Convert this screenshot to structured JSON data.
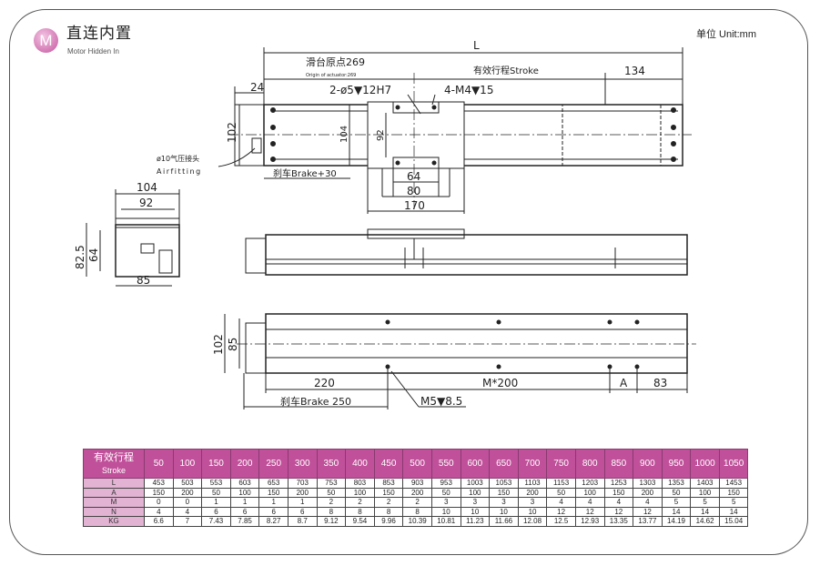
{
  "header": {
    "logo_letter": "M",
    "title": "直连内置",
    "subtitle": "Motor Hidden  In",
    "unit": "单位 Unit:mm"
  },
  "drawing": {
    "top_view": {
      "L": "L",
      "origin_cn": "滑台原点269",
      "origin_en": "Origin of actuator:269",
      "stroke": "有效行程Stroke",
      "end_len": "134",
      "motor_len": "24",
      "hole_spec": "2-ø5▼12H7",
      "thread_spec": "4-M4▼15",
      "height_total": "102",
      "height_body": "104",
      "height_slide": "92",
      "air_cn": "ø10气压接头",
      "air_en": "Airfitting",
      "brake": "刹车Brake+30",
      "w64": "64",
      "w80": "80",
      "w170": "170"
    },
    "end_view": {
      "w104": "104",
      "w92": "92",
      "h82_5": "82.5",
      "h64": "64",
      "w85": "85"
    },
    "bottom_view": {
      "h102": "102",
      "h85": "85",
      "d220": "220",
      "pitch": "M*200",
      "a": "A",
      "d83": "83",
      "brake": "刹车Brake 250",
      "thread": "M5▼8.5"
    }
  },
  "table": {
    "header_cn": "有效行程",
    "header_en": "Stroke",
    "strokes": [
      "50",
      "100",
      "150",
      "200",
      "250",
      "300",
      "350",
      "400",
      "450",
      "500",
      "550",
      "600",
      "650",
      "700",
      "750",
      "800",
      "850",
      "900",
      "950",
      "1000",
      "1050"
    ],
    "rows": [
      {
        "label": "L",
        "values": [
          "453",
          "503",
          "553",
          "603",
          "653",
          "703",
          "753",
          "803",
          "853",
          "903",
          "953",
          "1003",
          "1053",
          "1103",
          "1153",
          "1203",
          "1253",
          "1303",
          "1353",
          "1403",
          "1453"
        ]
      },
      {
        "label": "A",
        "values": [
          "150",
          "200",
          "50",
          "100",
          "150",
          "200",
          "50",
          "100",
          "150",
          "200",
          "50",
          "100",
          "150",
          "200",
          "50",
          "100",
          "150",
          "200",
          "50",
          "100",
          "150"
        ]
      },
      {
        "label": "M",
        "values": [
          "0",
          "0",
          "1",
          "1",
          "1",
          "1",
          "2",
          "2",
          "2",
          "2",
          "3",
          "3",
          "3",
          "3",
          "4",
          "4",
          "4",
          "4",
          "5",
          "5",
          "5"
        ]
      },
      {
        "label": "N",
        "values": [
          "4",
          "4",
          "6",
          "6",
          "6",
          "6",
          "8",
          "8",
          "8",
          "8",
          "10",
          "10",
          "10",
          "10",
          "12",
          "12",
          "12",
          "12",
          "14",
          "14",
          "14"
        ]
      },
      {
        "label": "KG",
        "values": [
          "6.6",
          "7",
          "7.43",
          "7.85",
          "8.27",
          "8.7",
          "9.12",
          "9.54",
          "9.96",
          "10.39",
          "10.81",
          "11.23",
          "11.66",
          "12.08",
          "12.5",
          "12.93",
          "13.35",
          "13.77",
          "14.19",
          "14.62",
          "15.04"
        ]
      }
    ],
    "header_color": "#c0509a"
  }
}
